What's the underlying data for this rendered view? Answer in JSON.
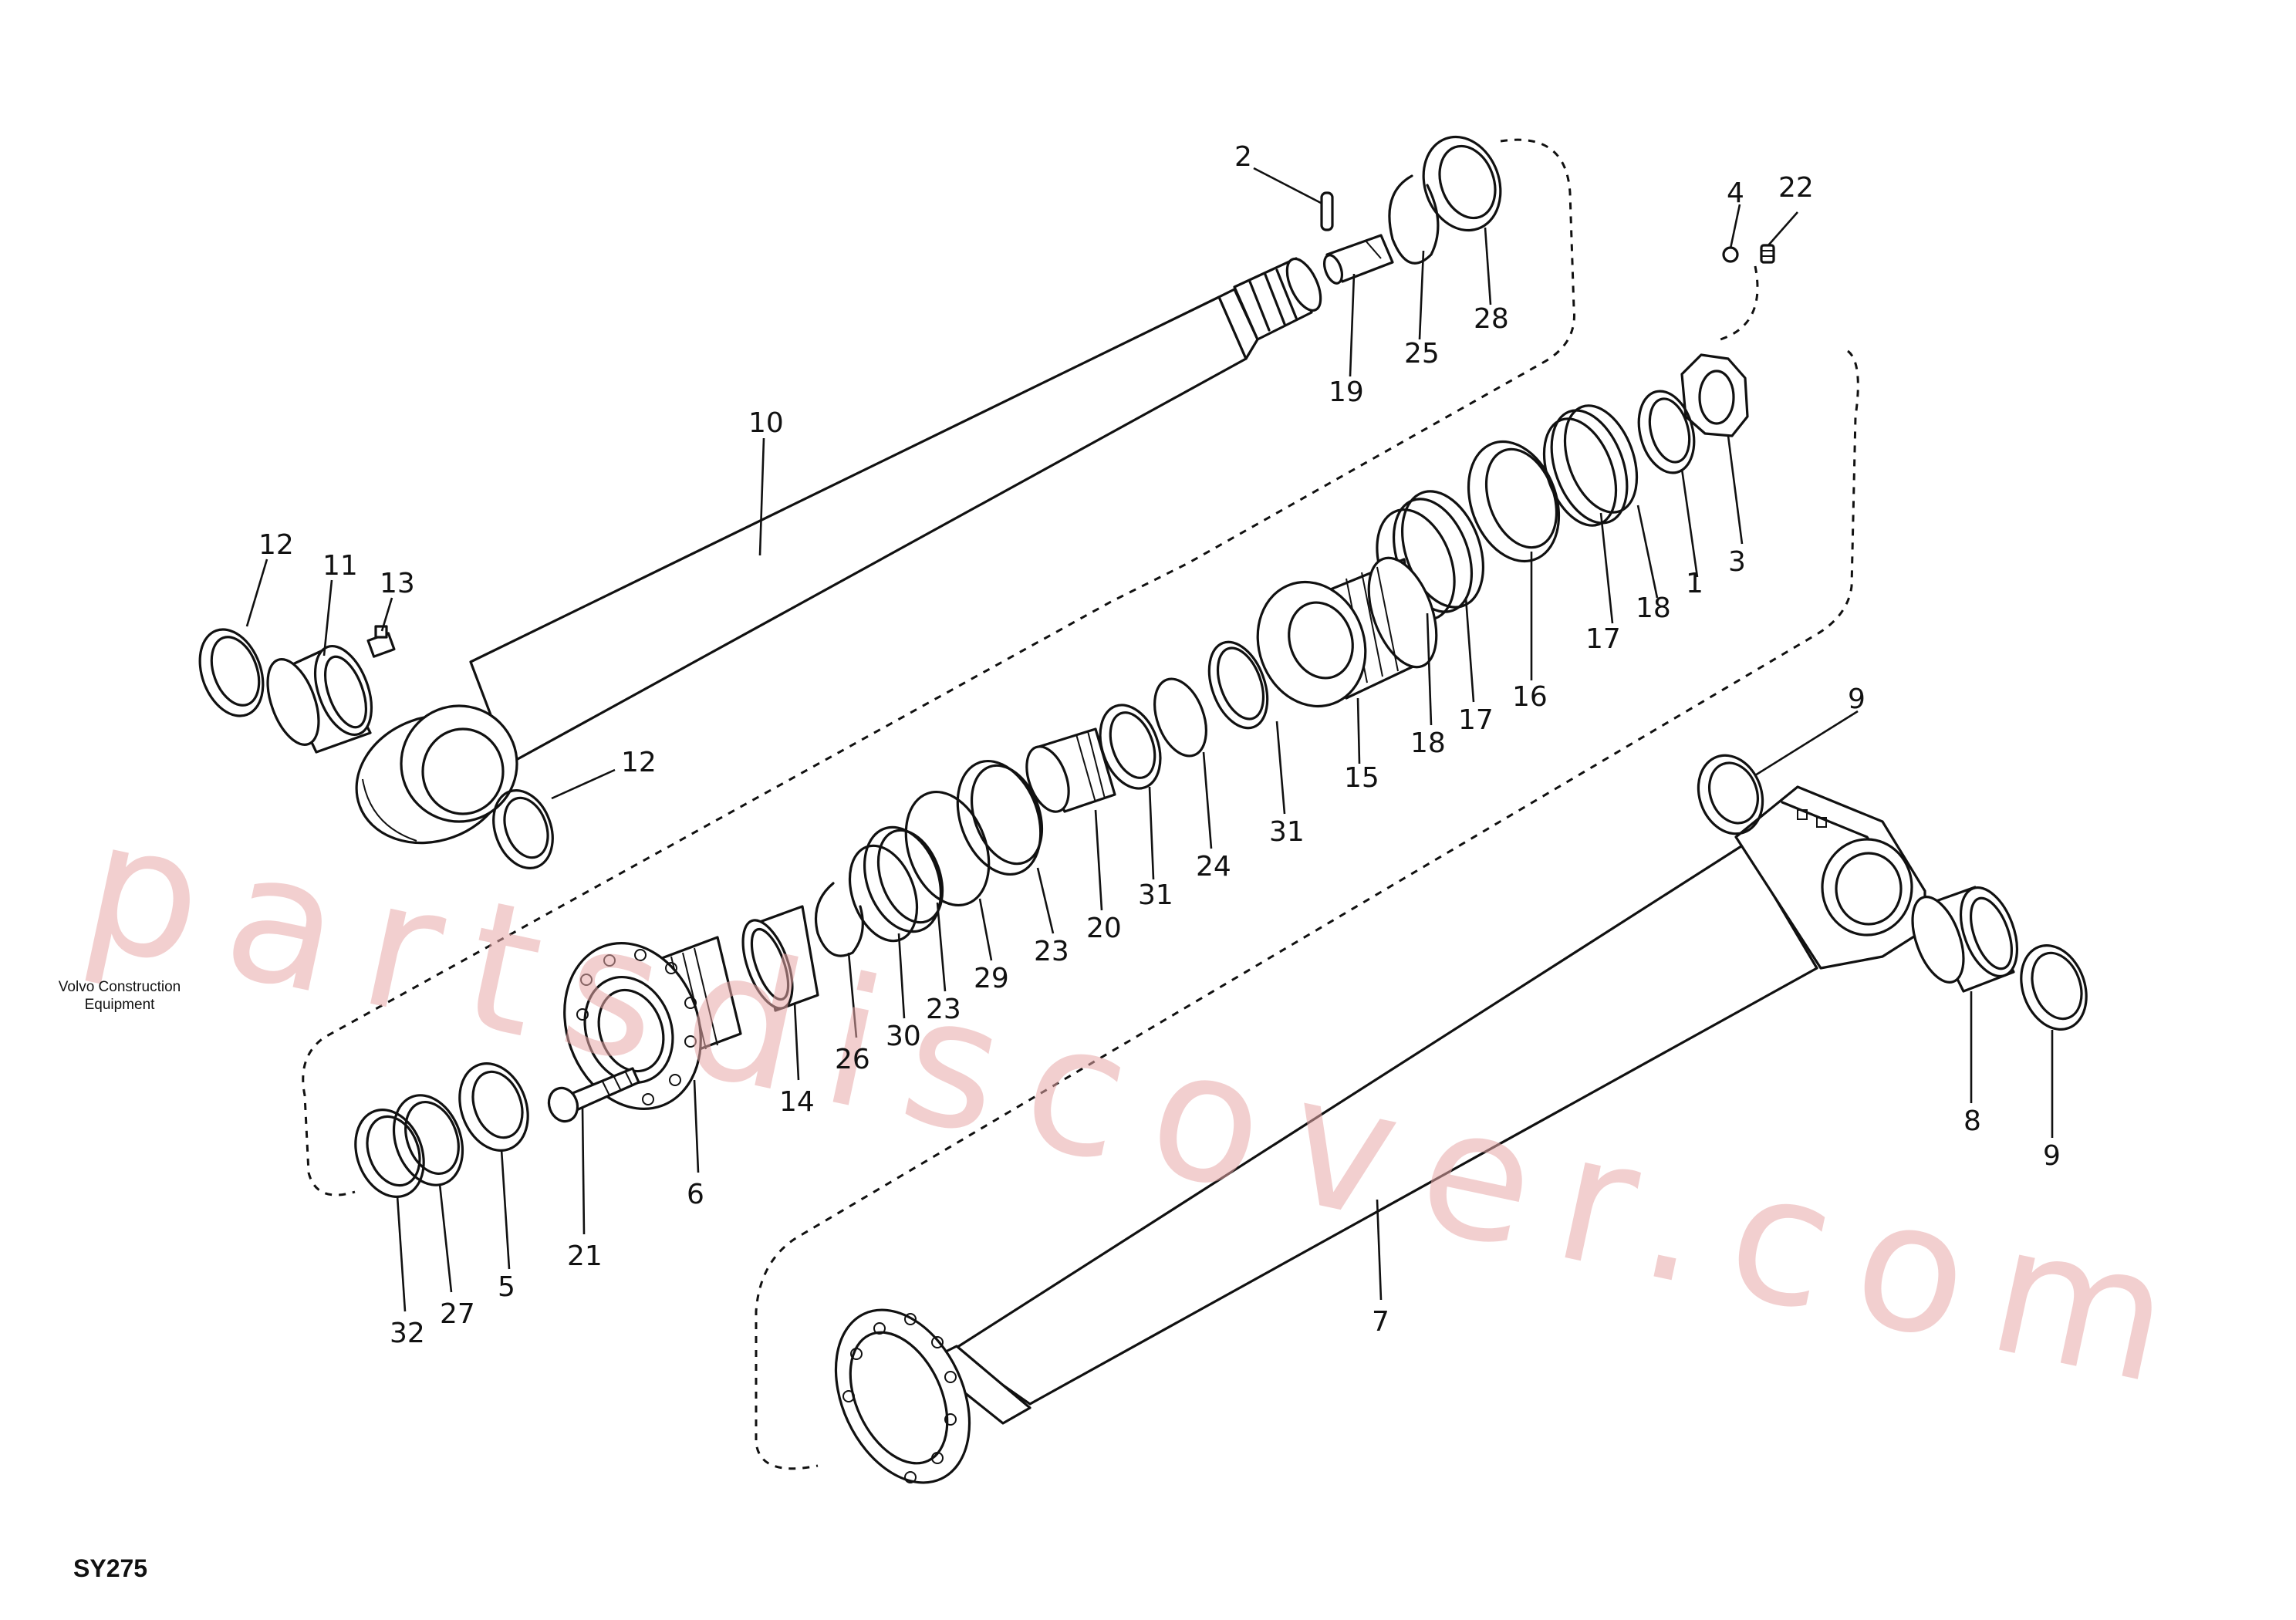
{
  "footer": {
    "company_line1": "Volvo Construction",
    "company_line2": "Equipment",
    "diagram_code": "SY275"
  },
  "watermark": {
    "text": "partsdiscover.com",
    "color": "#e8a8a8"
  },
  "callouts": {
    "c1": "1",
    "c2": "2",
    "c3": "3",
    "c4": "4",
    "c5": "5",
    "c6": "6",
    "c7": "7",
    "c8": "8",
    "c9a": "9",
    "c9b": "9",
    "c10": "10",
    "c11": "11",
    "c12a": "12",
    "c12b": "12",
    "c13": "13",
    "c14": "14",
    "c15": "15",
    "c16": "16",
    "c17a": "17",
    "c17b": "17",
    "c18a": "18",
    "c18b": "18",
    "c19": "19",
    "c20": "20",
    "c21": "21",
    "c22": "22",
    "c23a": "23",
    "c23b": "23",
    "c24": "24",
    "c25": "25",
    "c26": "26",
    "c27": "27",
    "c28": "28",
    "c29": "29",
    "c30": "30",
    "c31a": "31",
    "c31b": "31",
    "c32": "32"
  }
}
